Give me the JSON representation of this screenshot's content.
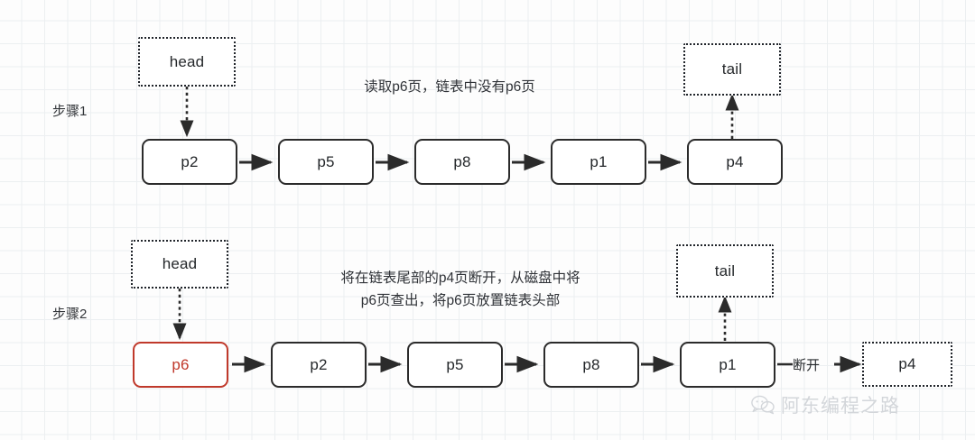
{
  "diagram": {
    "title_watermark": "阿东编程之路",
    "watermark_icon": "wechat-icon",
    "colors": {
      "node_border": "#2b2b2b",
      "highlight": "#c0392b",
      "grid": "#eceff1",
      "text": "#25282b",
      "watermark": "#d3d6da"
    },
    "steps": [
      {
        "label": "步骤1",
        "caption": "读取p6页，链表中没有p6页",
        "pointers": [
          {
            "name": "head",
            "label": "head",
            "target": "p2",
            "direction": "down"
          },
          {
            "name": "tail",
            "label": "tail",
            "target": "p4",
            "direction": "up"
          }
        ],
        "nodes": [
          {
            "label": "p2",
            "style": "solid"
          },
          {
            "label": "p5",
            "style": "solid"
          },
          {
            "label": "p8",
            "style": "solid"
          },
          {
            "label": "p1",
            "style": "solid"
          },
          {
            "label": "p4",
            "style": "solid"
          }
        ]
      },
      {
        "label": "步骤2",
        "caption": "将在链表尾部的p4页断开，从磁盘中将\np6页查出，将p6页放置链表头部",
        "pointers": [
          {
            "name": "head",
            "label": "head",
            "target": "p6",
            "direction": "down"
          },
          {
            "name": "tail",
            "label": "tail",
            "target": "p1",
            "direction": "up"
          }
        ],
        "nodes": [
          {
            "label": "p6",
            "style": "highlight"
          },
          {
            "label": "p2",
            "style": "solid"
          },
          {
            "label": "p5",
            "style": "solid"
          },
          {
            "label": "p8",
            "style": "solid"
          },
          {
            "label": "p1",
            "style": "solid"
          },
          {
            "label": "p4",
            "style": "dotted"
          }
        ],
        "edge_labels": [
          {
            "name": "detach",
            "label": "断开"
          }
        ]
      }
    ]
  }
}
